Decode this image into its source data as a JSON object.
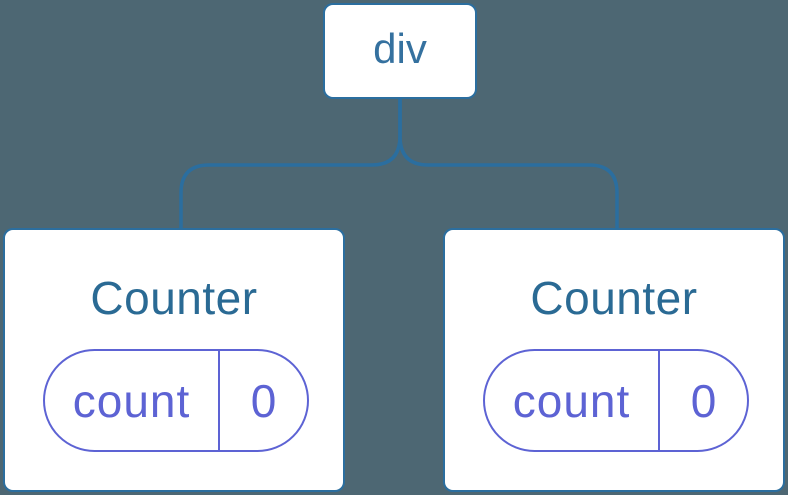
{
  "colors": {
    "background": "#4d6773",
    "stroke": "#2b6e9f",
    "node_fill": "#ffffff",
    "root_text": "#35719f",
    "component_text": "#2a6a94",
    "state_accent": "#5d63d4"
  },
  "tree": {
    "root": {
      "label": "div"
    },
    "children": [
      {
        "name": "Counter",
        "state": [
          {
            "key": "count",
            "value": "0"
          }
        ]
      },
      {
        "name": "Counter",
        "state": [
          {
            "key": "count",
            "value": "0"
          }
        ]
      }
    ]
  }
}
